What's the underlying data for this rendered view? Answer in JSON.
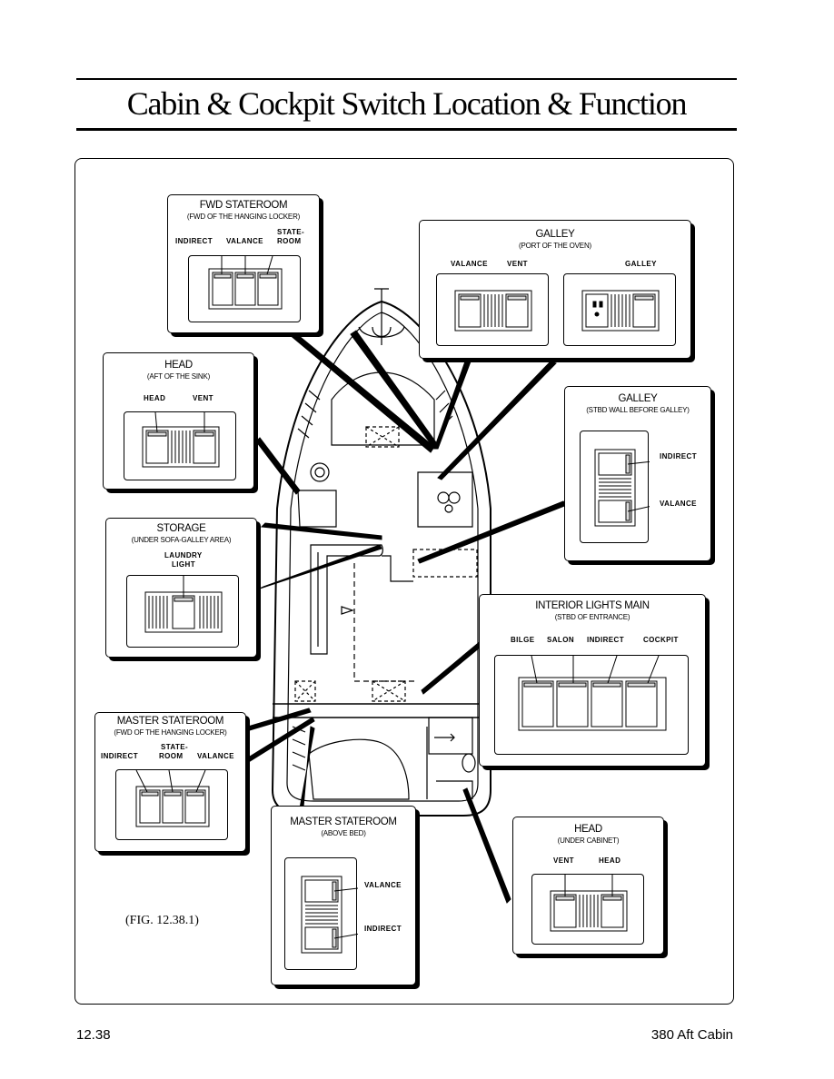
{
  "title": "Cabin & Cockpit Switch Location & Function",
  "figure_label": "(FIG. 12.38.1)",
  "footer": {
    "page": "12.38",
    "model": "380 Aft Cabin"
  },
  "callouts": {
    "fwd_stateroom": {
      "title": "FWD STATEROOM",
      "subtitle": "(FWD OF THE HANGING LOCKER)",
      "labels": [
        "INDIRECT",
        "VALANCE",
        "STATE-",
        "ROOM"
      ]
    },
    "galley_port": {
      "title": "GALLEY",
      "subtitle": "(PORT OF THE OVEN)",
      "labels": [
        "VALANCE",
        "VENT",
        "GALLEY"
      ]
    },
    "head_sink": {
      "title": "HEAD",
      "subtitle": "(AFT OF THE SINK)",
      "labels": [
        "HEAD",
        "VENT"
      ]
    },
    "galley_stbd": {
      "title": "GALLEY",
      "subtitle": "(STBD WALL BEFORE GALLEY)",
      "labels": [
        "INDIRECT",
        "VALANCE"
      ]
    },
    "storage": {
      "title": "STORAGE",
      "subtitle": "(UNDER SOFA-GALLEY AREA)",
      "labels": [
        "LAUNDRY",
        "LIGHT"
      ]
    },
    "interior_main": {
      "title": "INTERIOR LIGHTS MAIN",
      "subtitle": "(STBD OF ENTRANCE)",
      "labels": [
        "BILGE",
        "SALON",
        "INDIRECT",
        "COCKPIT"
      ]
    },
    "master_locker": {
      "title": "MASTER STATEROOM",
      "subtitle": "(FWD OF THE HANGING LOCKER)",
      "labels": [
        "INDIRECT",
        "STATE-",
        "ROOM",
        "VALANCE"
      ]
    },
    "master_bed": {
      "title": "MASTER STATEROOM",
      "subtitle": "(ABOVE BED)",
      "labels": [
        "VALANCE",
        "INDIRECT"
      ]
    },
    "head_cabinet": {
      "title": "HEAD",
      "subtitle": "(UNDER CABINET)",
      "labels": [
        "VENT",
        "HEAD"
      ]
    }
  }
}
